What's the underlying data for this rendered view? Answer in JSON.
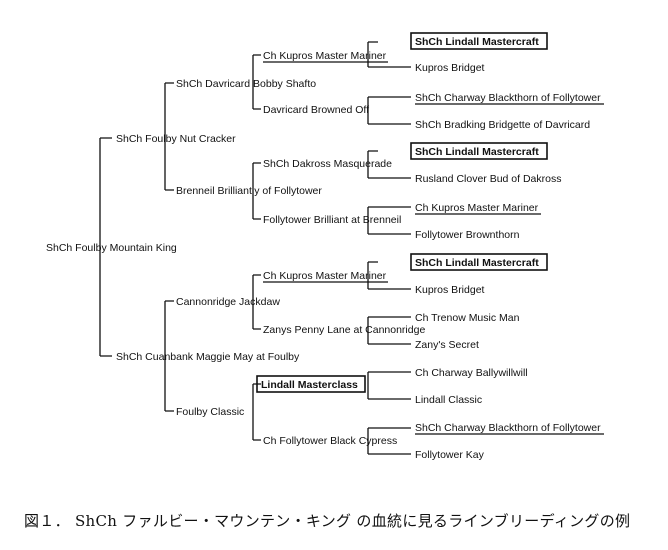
{
  "pedigree": {
    "subject": "ShCh Foulby Mountain King",
    "sire": "ShCh Foulby Nut Cracker",
    "dam": "ShCh Cuanbank Maggie May at Foulby",
    "sire_sire": "ShCh Davricard Bobby Shafto",
    "sire_dam": "Brenneil Brilliantly of Follytower",
    "dam_sire": "Cannonridge Jackdaw",
    "dam_dam": "Foulby Classic",
    "gen3": [
      "Ch Kupros Master Mariner",
      "Davricard Browned Off",
      "ShCh Dakross Masquerade",
      "Follytower Brilliant at  Brenneil",
      "Ch Kupros Master Mariner",
      "Zanys Penny Lane at Cannonridge",
      "Lindall Masterclass",
      "Ch Follytower Black Cypress"
    ],
    "gen4": [
      "ShCh Lindall Mastercraft",
      "Kupros Bridget",
      "ShCh Charway Blackthorn of Follytower",
      "ShCh Bradking Bridgette of Davricard",
      "ShCh Lindall Mastercraft",
      "Rusland Clover Bud of Dakross",
      "Ch Kupros Master Mariner",
      "Follytower Brownthorn",
      "ShCh Lindall Mastercraft",
      "Kupros Bridget",
      "Ch Trenow Music Man",
      "Zany's Secret",
      "Ch Charway Ballywillwill",
      "Lindall Classic",
      "ShCh Charway Blackthorn of Follytower",
      "Follytower Kay"
    ]
  },
  "caption": "図１． ShCh ファルビー・マウンテン・キング の血統に見るラインブリーディングの例"
}
